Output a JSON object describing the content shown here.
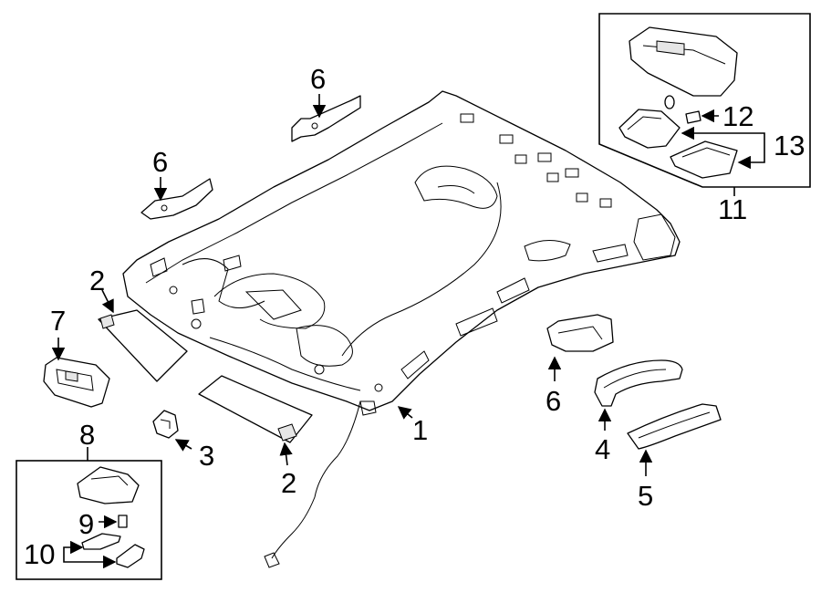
{
  "callouts": [
    {
      "id": "1",
      "label": "1"
    },
    {
      "id": "2a",
      "label": "2"
    },
    {
      "id": "2b",
      "label": "2"
    },
    {
      "id": "3",
      "label": "3"
    },
    {
      "id": "4",
      "label": "4"
    },
    {
      "id": "5",
      "label": "5"
    },
    {
      "id": "6a",
      "label": "6"
    },
    {
      "id": "6b",
      "label": "6"
    },
    {
      "id": "6c",
      "label": "6"
    },
    {
      "id": "7",
      "label": "7"
    },
    {
      "id": "8",
      "label": "8"
    },
    {
      "id": "9",
      "label": "9"
    },
    {
      "id": "10",
      "label": "10"
    },
    {
      "id": "11",
      "label": "11"
    },
    {
      "id": "12",
      "label": "12"
    },
    {
      "id": "13",
      "label": "13"
    }
  ]
}
